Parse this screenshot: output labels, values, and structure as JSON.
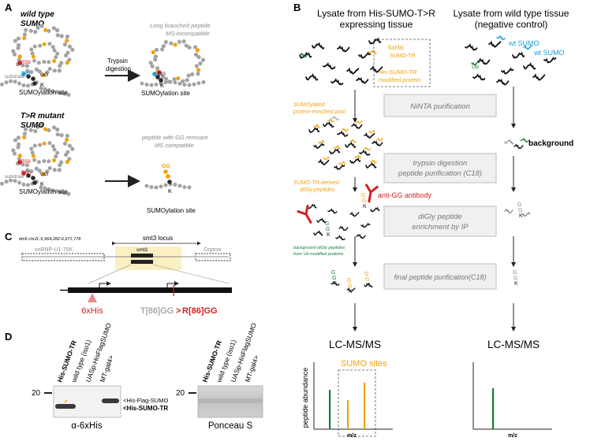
{
  "colors": {
    "grey": "#a3a3a3",
    "dark": "#2a2a2a",
    "red": "#d42020",
    "orange": "#f2a20c",
    "blue": "#1f9ed8",
    "green": "#1a7a3a",
    "pink": "#e88c8c",
    "box": "#f0f0f0",
    "locus": "#fbf0c4"
  },
  "panelA": {
    "label": "A",
    "wt_title_1": "wild type",
    "wt_title_2": "SUMO",
    "long_peptide_1": "Long branched peptide",
    "long_peptide_2": "MS-incompatible",
    "trypsin_1": "Trypsin",
    "trypsin_2": "digestion",
    "r56": "R56",
    "t86": "T86",
    "gg": "GG",
    "k": "K",
    "substrate": "substrate",
    "site": "SUMOylation site",
    "mut_title_1": "T>R mutant",
    "mut_title_2": "SUMO",
    "r86": "R86",
    "remnant_1": "peptide with GG remnant",
    "remnant_2": "MS compatible"
  },
  "panelB": {
    "label": "B",
    "left_title_1": "Lysate from His-SUMO-T>R",
    "left_title_2": "expressing tissue",
    "right_title_1": "Lysate from wild type tissue",
    "right_title_2": "(negative control)",
    "his_tag_1": "6xHis",
    "his_tag_2": "SUMO-TR",
    "modified_1": "His-SUMO-TR",
    "modified_2": "modified protein",
    "wt_sumo": "wt SUMO",
    "ub": "Ub",
    "step1": "NiNTA purification",
    "enriched_1": "SUMOylated",
    "enriched_2": "protein-enriched pool",
    "background": "background",
    "step2_1": "trypsin digestion",
    "step2_2": "peptide purification (C18)",
    "derived_1": "SUMO-TR-derived",
    "derived_2": "diGly peptides",
    "antibody": "anti-GG antibody",
    "step3_1": "diGly peptide",
    "step3_2": "enrichment by IP",
    "bg_digly_1": "background diGly peptides",
    "bg_digly_2": "from Ub-modified proteins",
    "step4": "final peptide purification(C18)",
    "lcms": "LC-MS/MS",
    "sumo_sites": "SUMO sites",
    "ylabel": "peptide abundance",
    "xlabel": "m/z"
  },
  "panelC": {
    "label": "C",
    "coords": "dm6 chr2L:6,964,282-6,971,778",
    "locus": "smt3 locus",
    "gene_left": "snRNP-U1-70K",
    "gene_mid": "smt3",
    "gene_right": "Coprox",
    "his": "6xHis",
    "mut_from": "T[86]GG",
    "mut_arrow": ">",
    "mut_to": "R[86]GG"
  },
  "panelD": {
    "label": "D",
    "lanes": [
      "His-SUMO-TR",
      "wild type (iso1)",
      "UASp-HisFlagSUMO",
      "MT-gal4>"
    ],
    "marker": "20",
    "band1": "<His-Flag-SUMO",
    "band2": "<His-SUMO-TR",
    "blot1": "α-6xHis",
    "blot2": "Ponceau S"
  }
}
